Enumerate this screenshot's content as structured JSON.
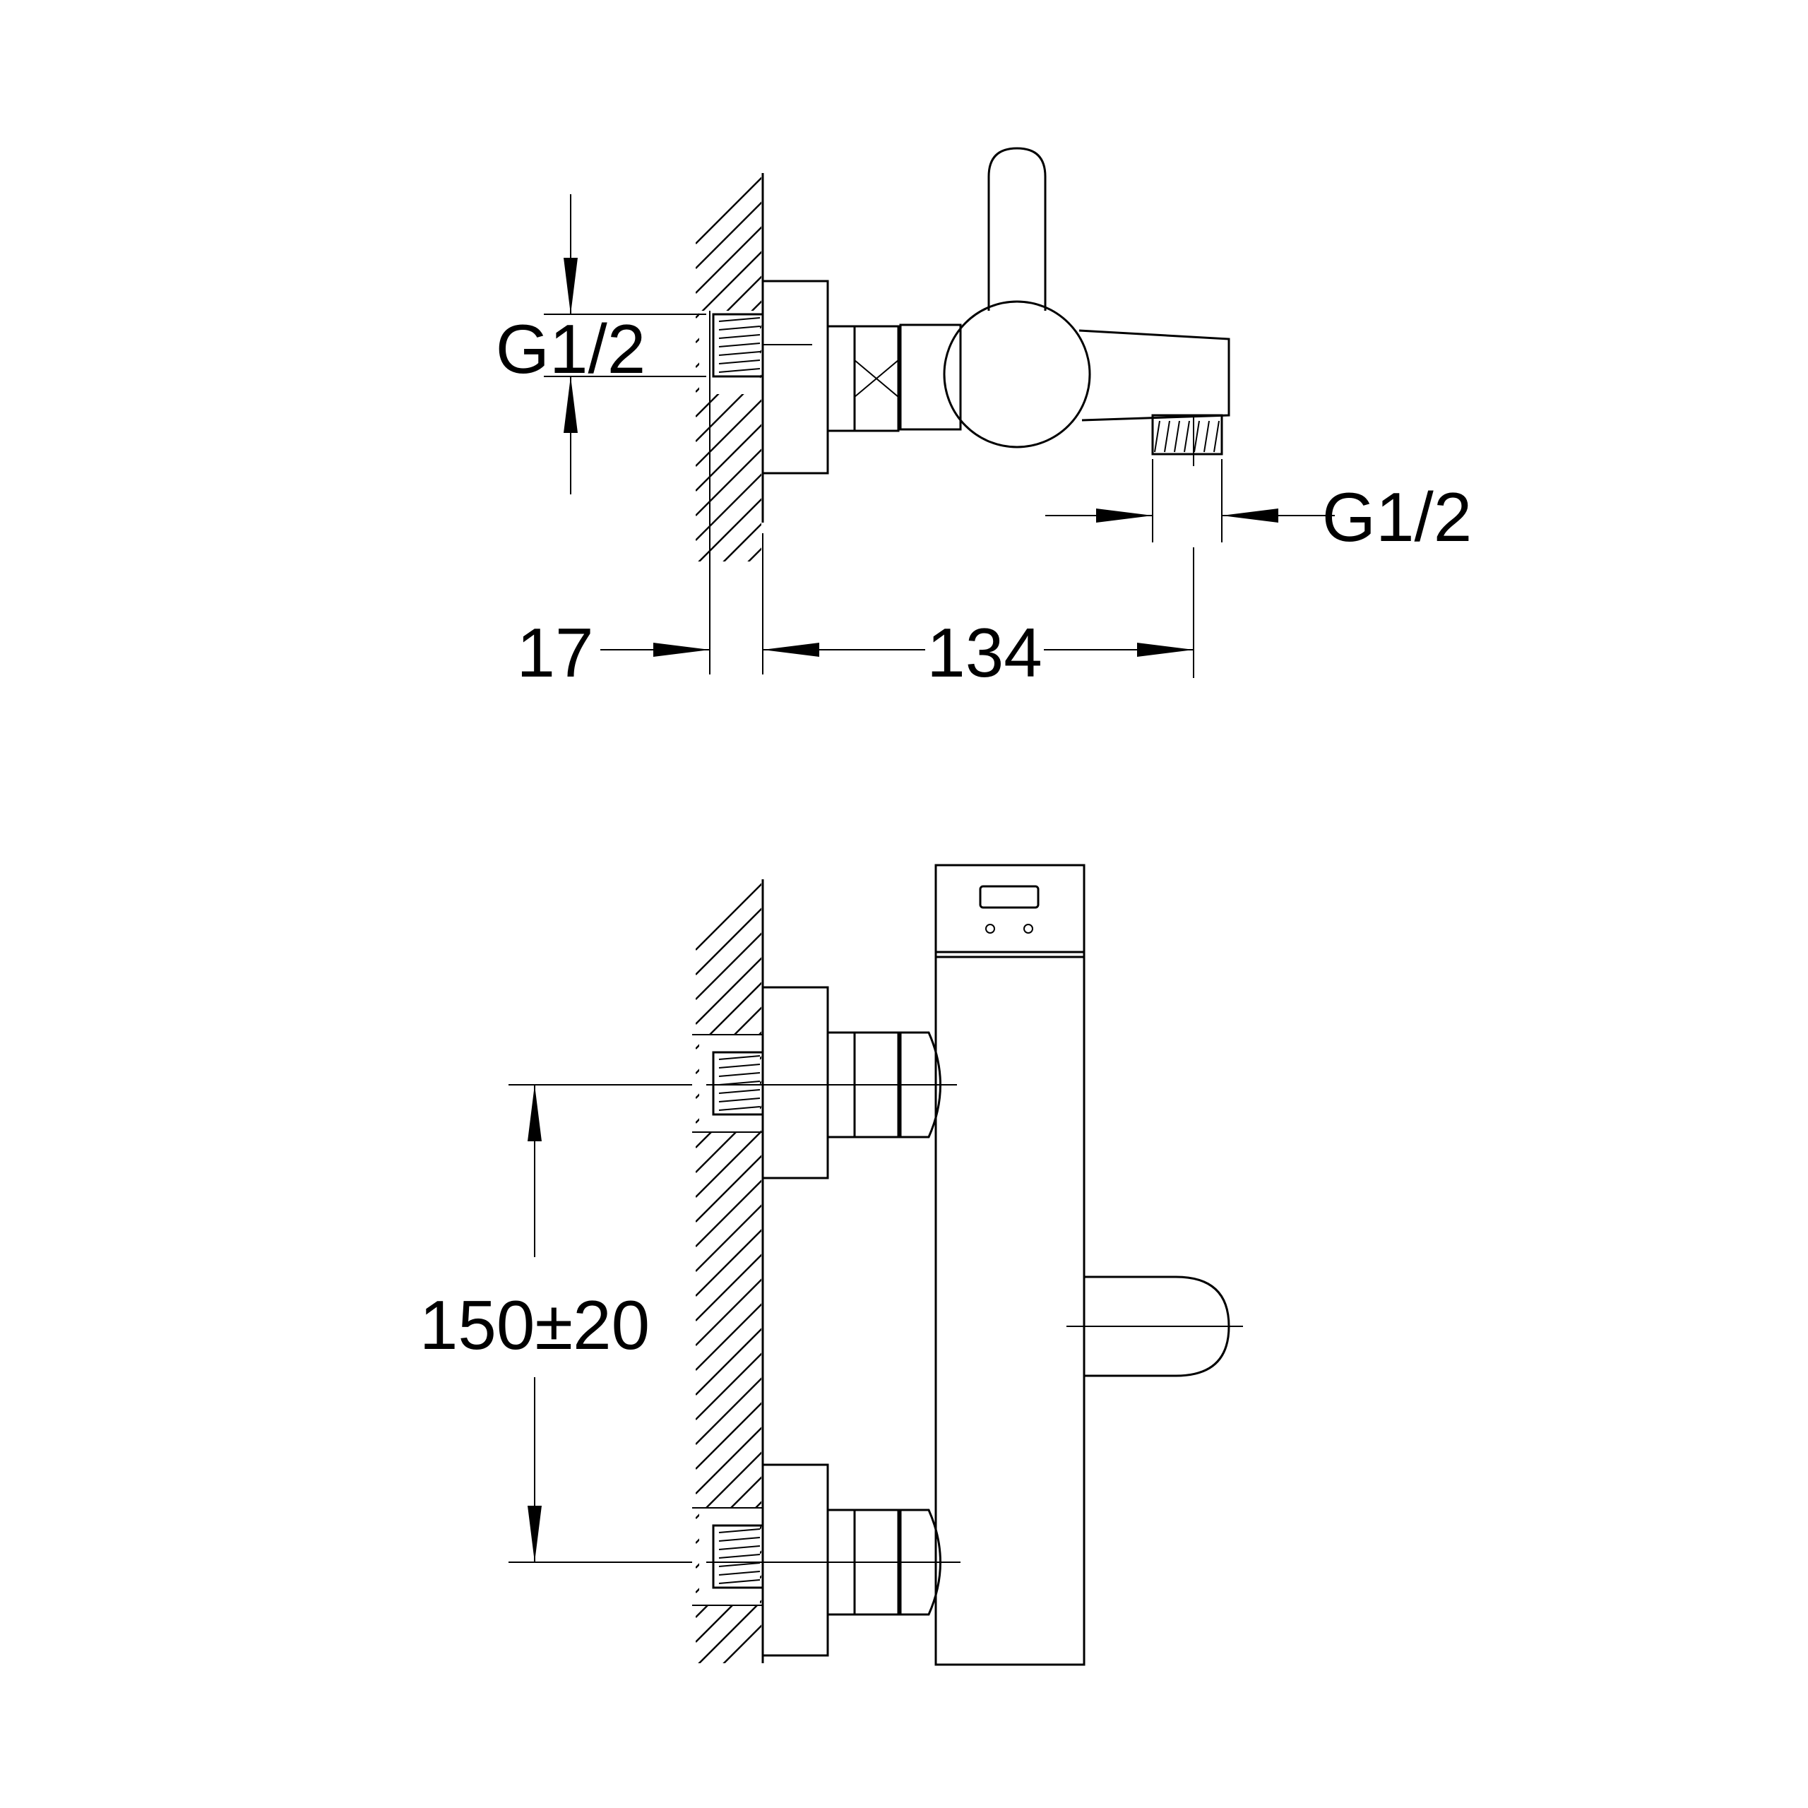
{
  "side_view": {
    "inlet_thread_label": "G1/2",
    "outlet_thread_label": "G1/2",
    "wall_offset_label": "17",
    "projection_label": "134"
  },
  "front_view": {
    "inlet_spacing_label": "150±20"
  },
  "colors": {
    "line": "#000000",
    "background": "#ffffff"
  }
}
